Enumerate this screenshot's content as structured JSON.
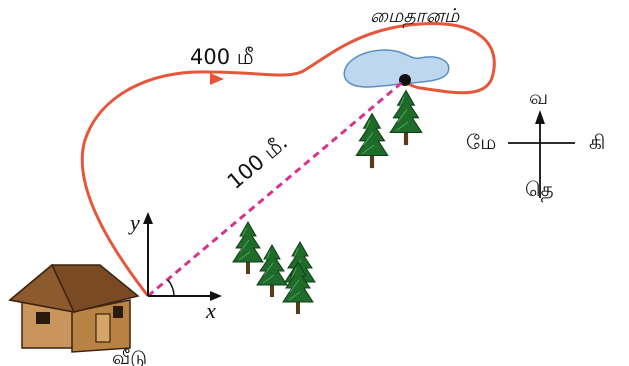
{
  "labels": {
    "field": "மைதானம்",
    "path_distance": "400 மீ",
    "straight_distance": "100 மீ.",
    "home": "வீடு",
    "axis_x": "x",
    "axis_y": "y"
  },
  "compass": {
    "north": "வ",
    "south": "தெ",
    "east": "கி",
    "west": "மே"
  },
  "colors": {
    "path": "#e8553a",
    "displacement": "#d6338a",
    "pond_fill": "#bcd7ee",
    "pond_stroke": "#5a8fc2",
    "tree_green": "#1f6b2a",
    "house_wall": "#c9955c",
    "house_roof": "#7a4a24"
  }
}
